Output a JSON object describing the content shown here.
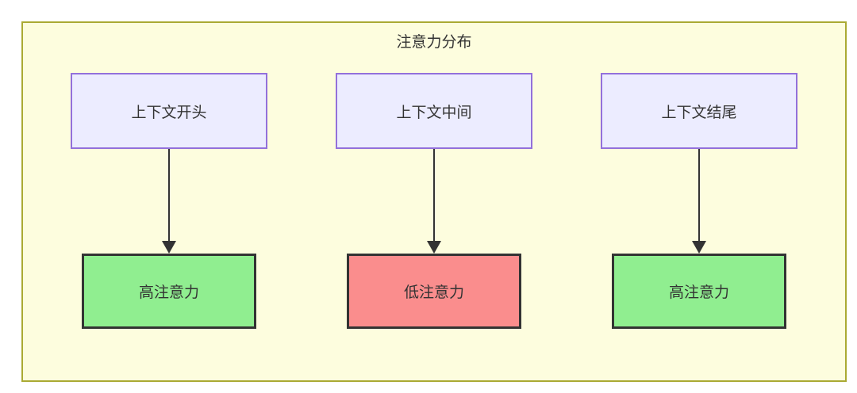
{
  "diagram": {
    "title": "注意力分布",
    "columns": [
      {
        "source": "上下文开头",
        "target": "高注意力",
        "attention": "high"
      },
      {
        "source": "上下文中间",
        "target": "低注意力",
        "attention": "low"
      },
      {
        "source": "上下文结尾",
        "target": "高注意力",
        "attention": "high"
      }
    ],
    "colors": {
      "container_fill": "#FDFDDE",
      "container_border": "#AAAA33",
      "source_fill": "#ECECFF",
      "source_border": "#9370DB",
      "high_attention_fill": "#90EE90",
      "low_attention_fill": "#FA8D8D",
      "target_border": "#333333",
      "arrow": "#333333",
      "text": "#333333"
    }
  }
}
